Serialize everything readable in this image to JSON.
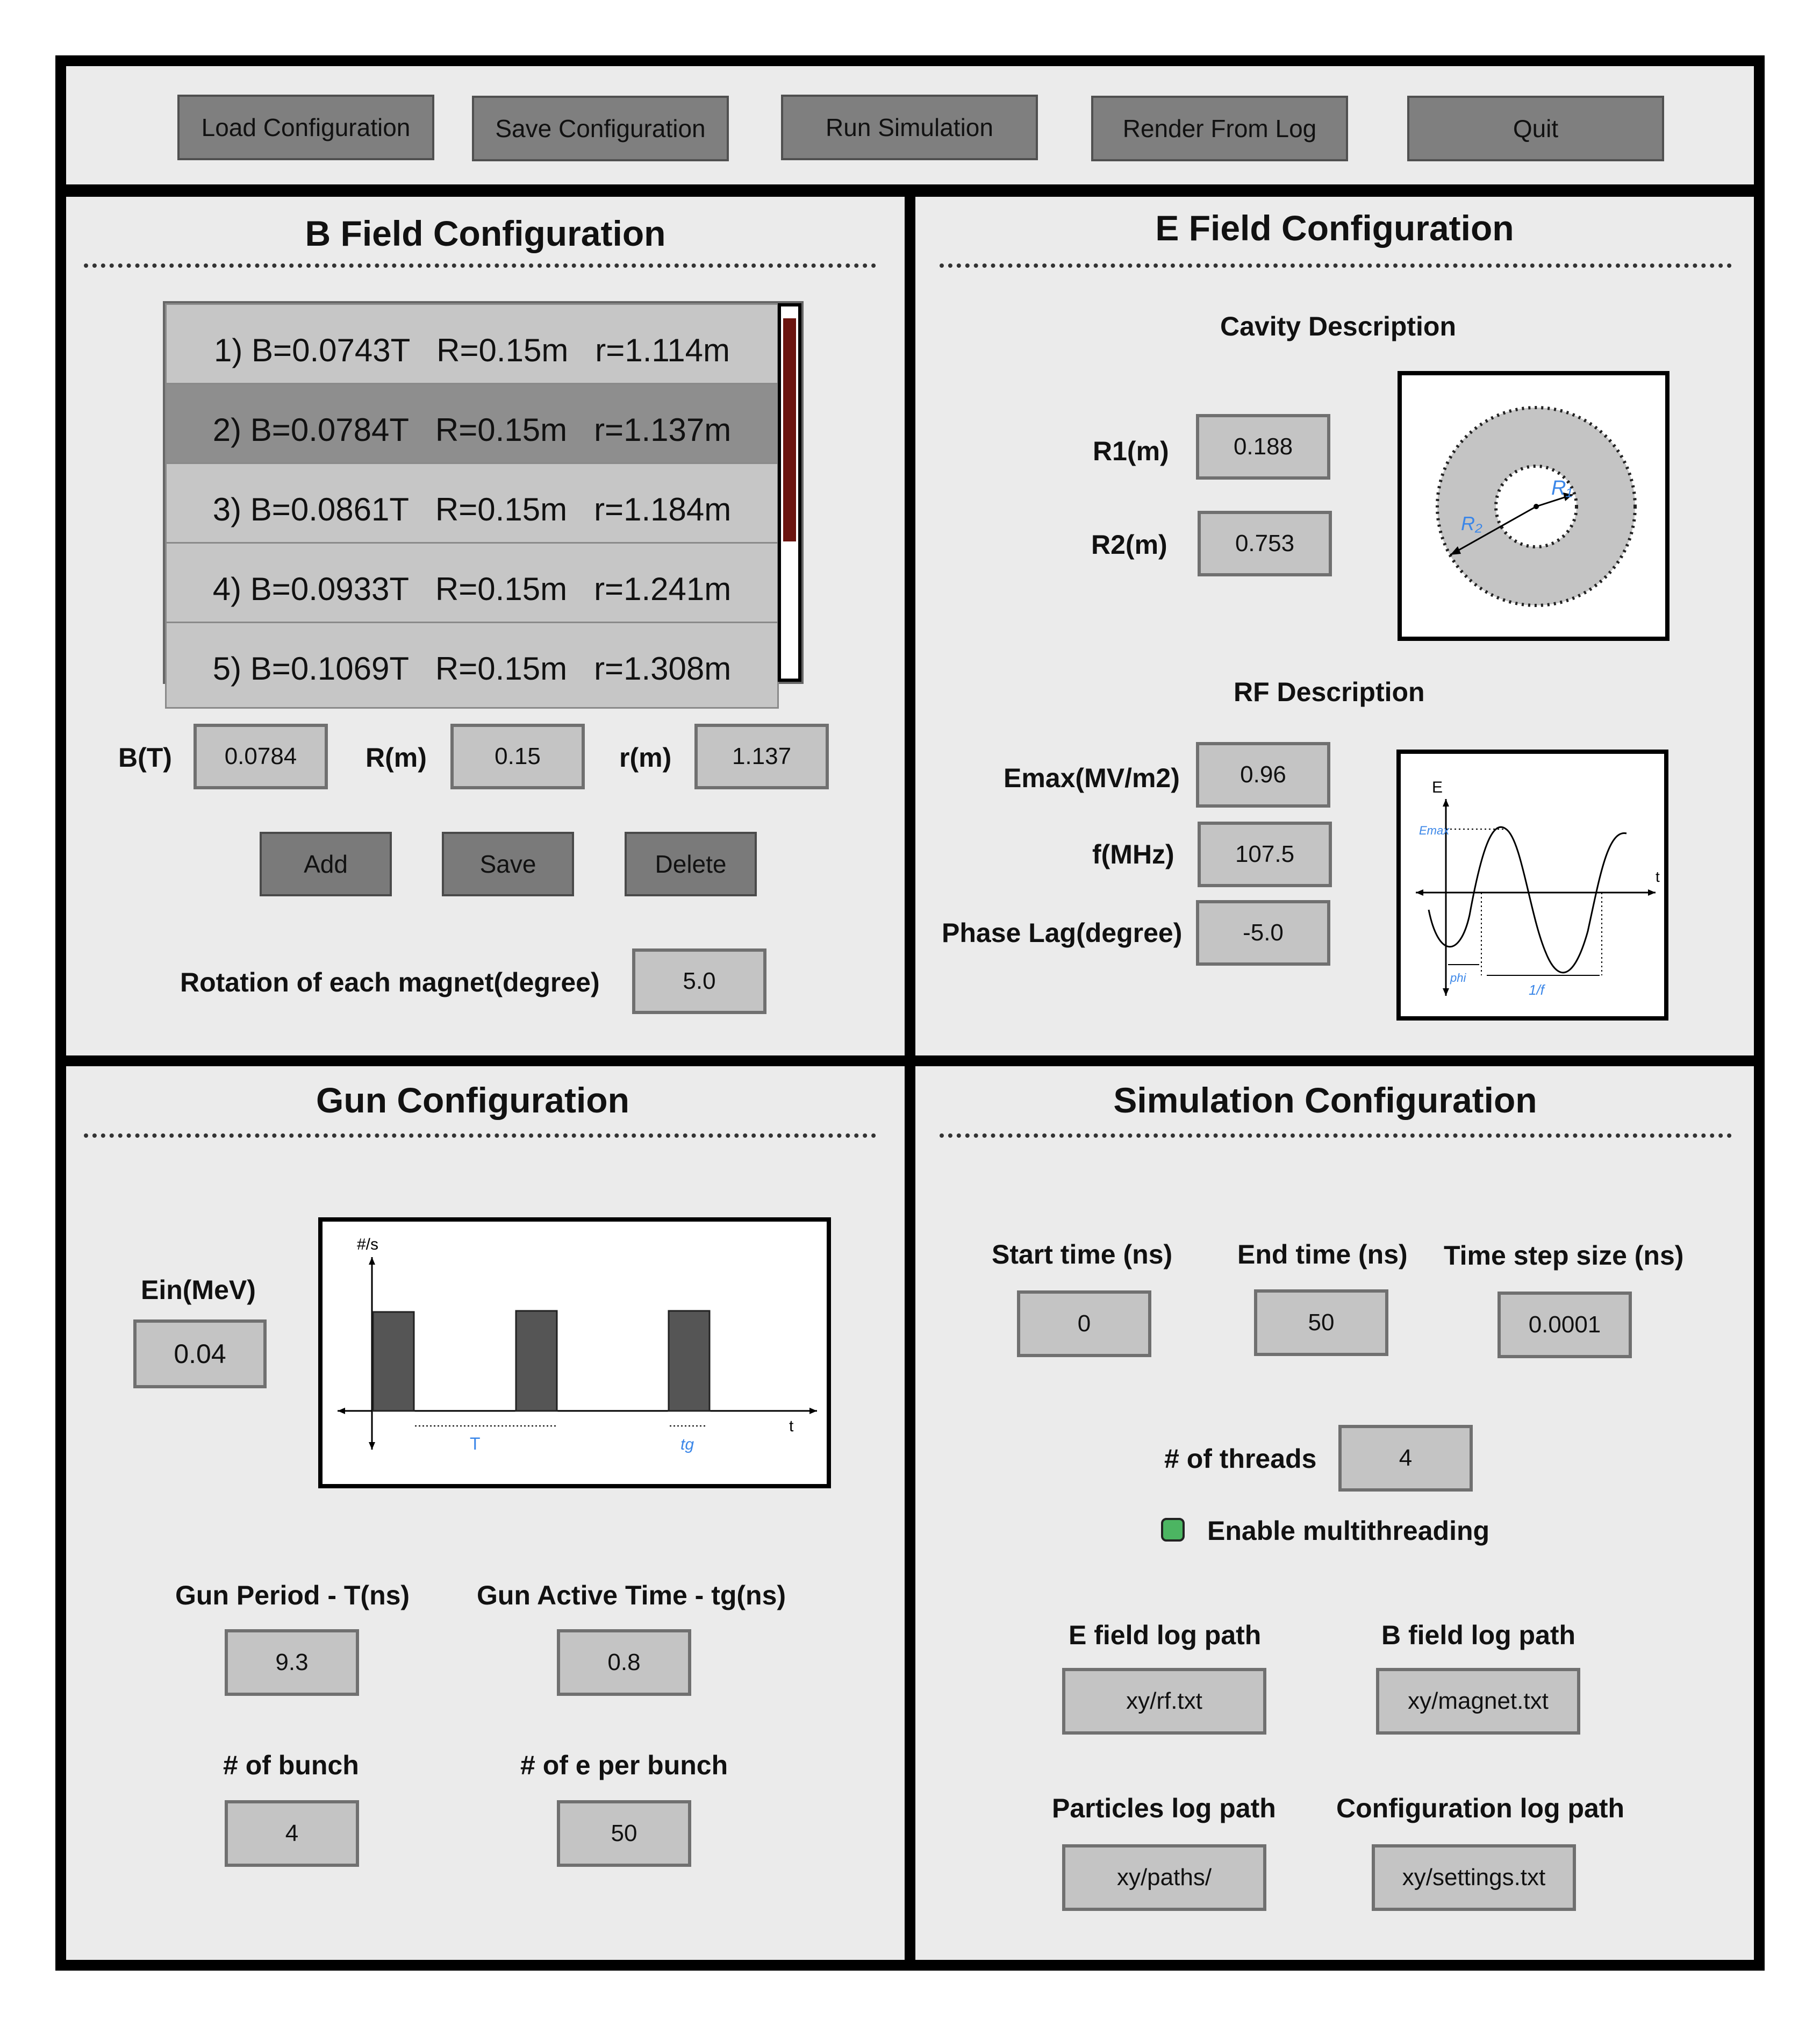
{
  "toolbar": {
    "load": "Load Configuration",
    "save": "Save Configuration",
    "run": "Run Simulation",
    "render": "Render From Log",
    "quit": "Quit"
  },
  "b_field": {
    "title": "B Field Configuration",
    "list": [
      "1) B=0.0743T   R=0.15m   r=1.114m",
      "2) B=0.0784T   R=0.15m   r=1.137m",
      "3) B=0.0861T   R=0.15m   r=1.184m",
      "4) B=0.0933T   R=0.15m   r=1.241m",
      "5) B=0.1069T   R=0.15m   r=1.308m"
    ],
    "selected_index": 1,
    "b_label": "B(T)",
    "b_value": "0.0784",
    "R_label": "R(m)",
    "R_value": "0.15",
    "r_label": "r(m)",
    "r_value": "1.137",
    "add": "Add",
    "save": "Save",
    "delete": "Delete",
    "rotation_label": "Rotation of each magnet(degree)",
    "rotation_value": "5.0",
    "accent_color": "#6b1510"
  },
  "e_field": {
    "title": "E Field Configuration",
    "cavity_title": "Cavity Description",
    "r1_label": "R1(m)",
    "r1_value": "0.188",
    "r2_label": "R2(m)",
    "r2_value": "0.753",
    "cavity_diagram": {
      "r1": "R₁",
      "r2": "R₂"
    },
    "rf_title": "RF Description",
    "emax_label": "Emax(MV/m2)",
    "emax_value": "0.96",
    "f_label": "f(MHz)",
    "f_value": "107.5",
    "phase_label": "Phase Lag(degree)",
    "phase_value": "-5.0",
    "rf_diagram": {
      "y_axis": "E",
      "x_axis": "t",
      "emax": "Emax",
      "phi": "phi",
      "period": "1/f"
    }
  },
  "gun": {
    "title": "Gun Configuration",
    "ein_label": "Ein(MeV)",
    "ein_value": "0.04",
    "diagram": {
      "y_axis": "#/s",
      "x_axis": "t",
      "period": "T",
      "active": "tg"
    },
    "period_label": "Gun Period - T(ns)",
    "period_value": "9.3",
    "active_label": "Gun Active Time - tg(ns)",
    "active_value": "0.8",
    "bunch_label": "# of bunch",
    "bunch_value": "4",
    "epb_label": "# of e per bunch",
    "epb_value": "50"
  },
  "sim": {
    "title": "Simulation Configuration",
    "start_label": "Start time (ns)",
    "start_value": "0",
    "end_label": "End time (ns)",
    "end_value": "50",
    "step_label": "Time step size (ns)",
    "step_value": "0.0001",
    "threads_label": "# of threads",
    "threads_value": "4",
    "multithread_label": "Enable multithreading",
    "multithread_checked": true,
    "checkbox_color": "#4cb562",
    "elog_label": "E field log path",
    "elog_value": "xy/rf.txt",
    "blog_label": "B field log path",
    "blog_value": "xy/magnet.txt",
    "plog_label": "Particles log path",
    "plog_value": "xy/paths/",
    "clog_label": "Configuration log path",
    "clog_value": "xy/settings.txt"
  }
}
